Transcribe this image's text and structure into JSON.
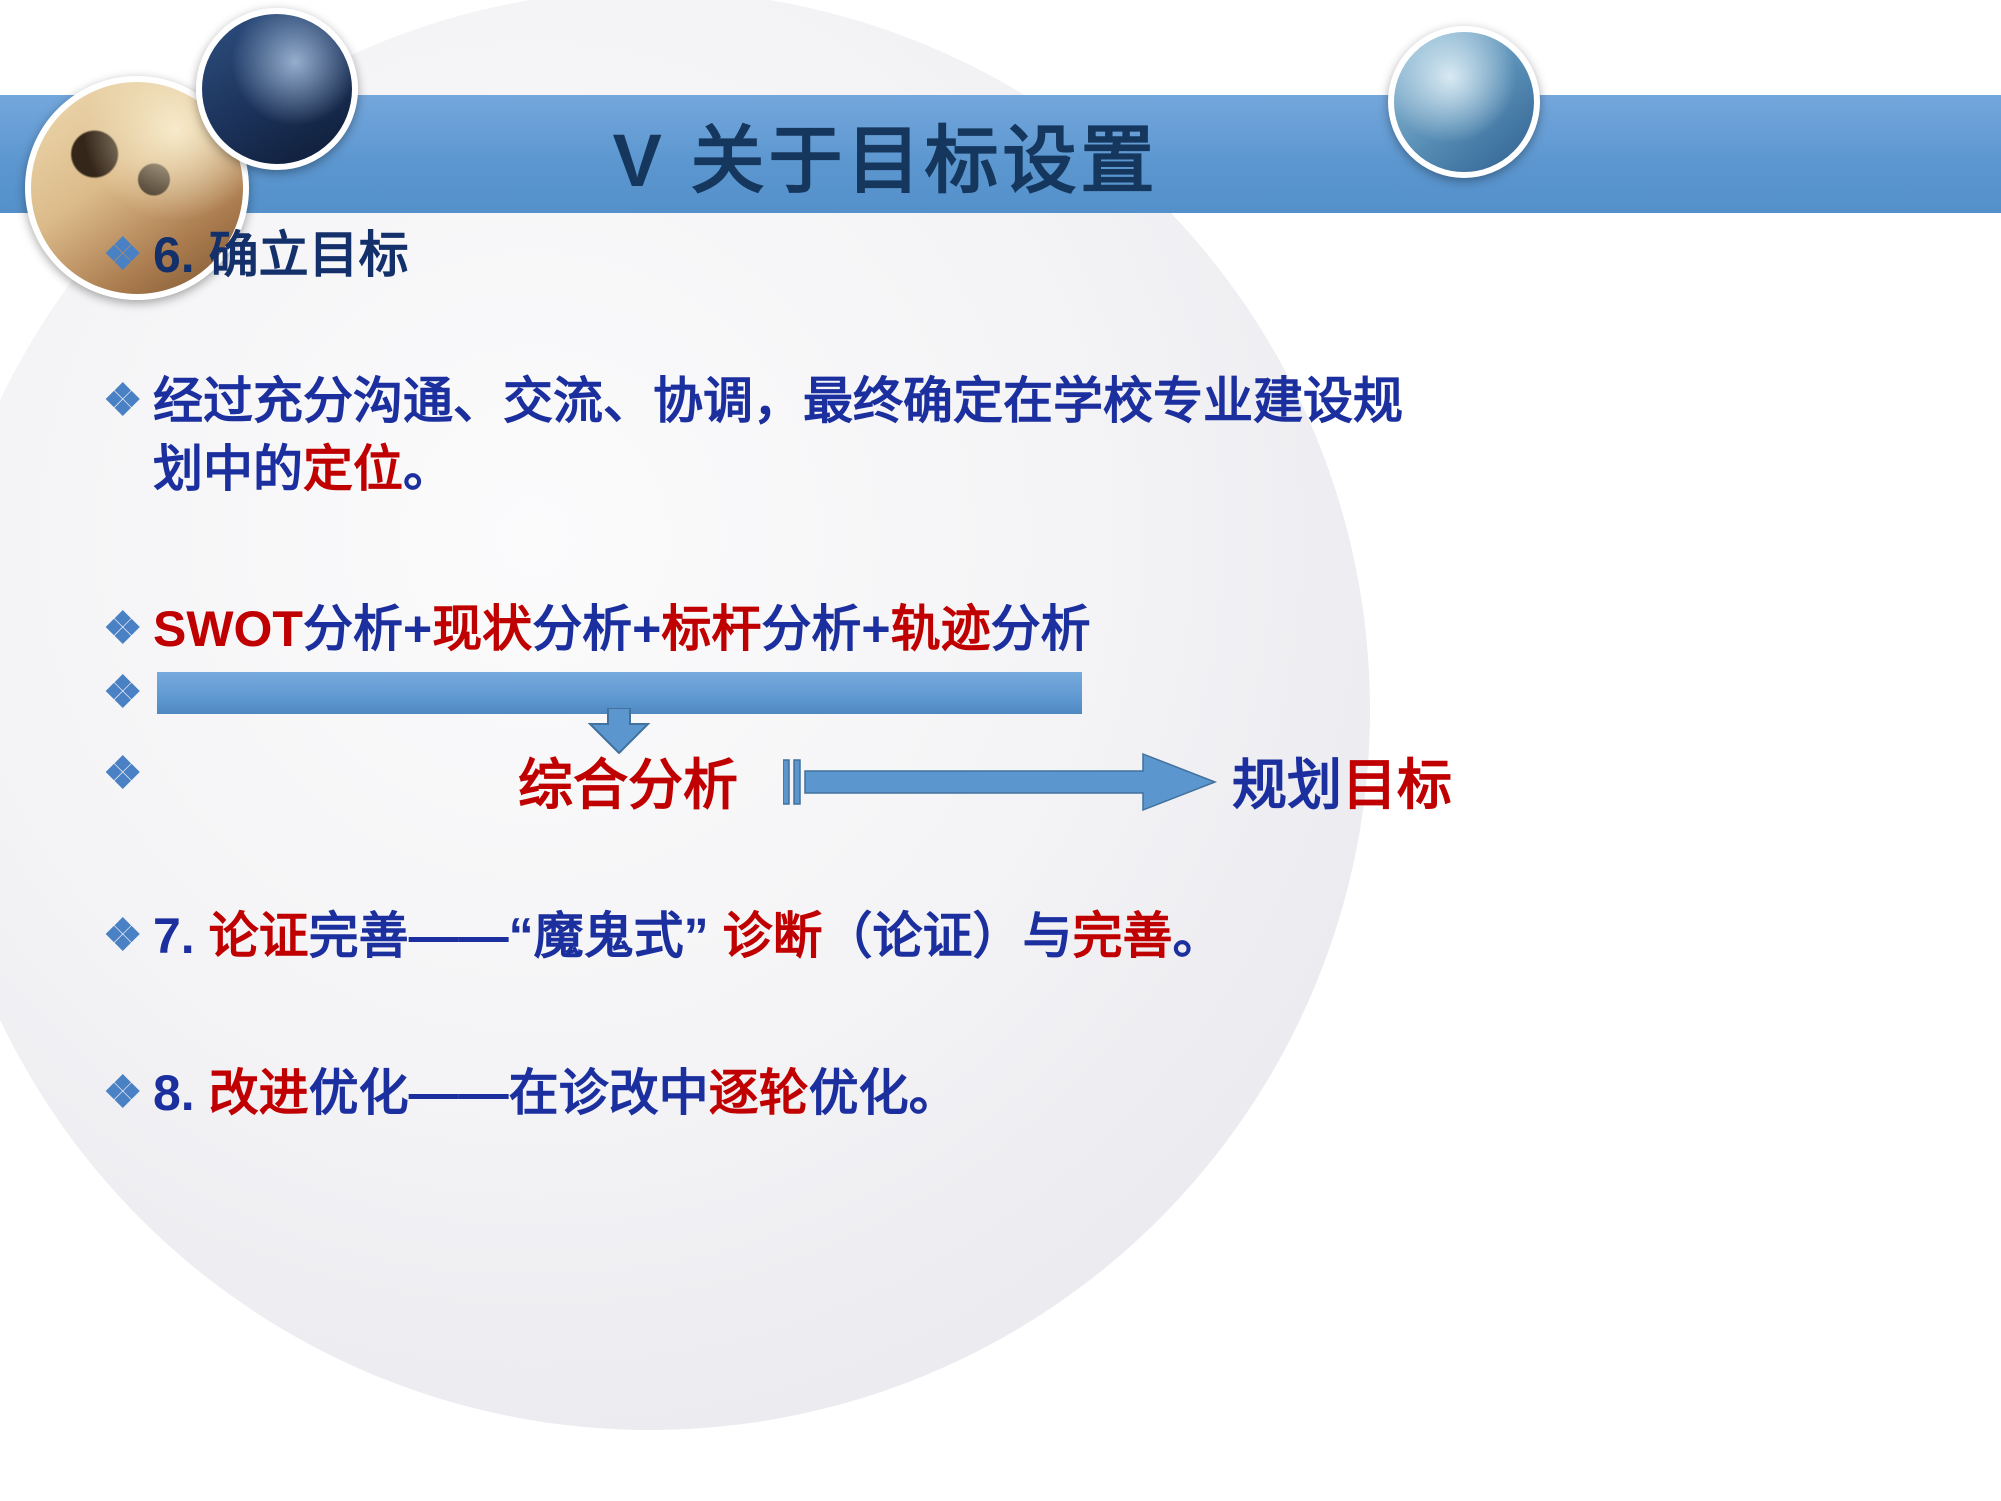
{
  "slide": {
    "title": "V 关于目标设置",
    "bullet_char": "❖"
  },
  "items": {
    "item6": "6. 确立目标",
    "paragraph": {
      "line1": "经过充分沟通、交流、协调，最终确定在学校专业建设规",
      "line2_blue": "划中的",
      "line2_red": "定位",
      "line2_end": "。"
    },
    "swot": {
      "seg1_red": "SWOT",
      "seg2_blue": "分析+",
      "seg3_red": "现状",
      "seg4_blue": "分析+",
      "seg5_red": "标杆",
      "seg6_blue": "分析+",
      "seg7_red": "轨迹",
      "seg8_blue": "分析"
    },
    "flow": {
      "combined_analysis": "综合分析",
      "goal_blue": "规划",
      "goal_red": "目标"
    },
    "item7": {
      "seg1_blue": "7. ",
      "seg2_red": "论证",
      "seg3_blue": "完善——“魔鬼式” ",
      "seg4_red": "诊断",
      "seg5_blue": "（论证）与",
      "seg6_red": "完善",
      "seg7_blue": "。"
    },
    "item8": {
      "seg1_blue": "8. ",
      "seg2_red": "改进",
      "seg3_blue": "优化——在诊改中",
      "seg4_red": "逐轮",
      "seg5_blue": "优化。"
    }
  },
  "colors": {
    "header_blue": "#5b96cf",
    "body_blue": "#1c2f9e",
    "accent_red": "#c00000",
    "title_navy": "#15375e",
    "shape_blue": "#5b96cf"
  }
}
